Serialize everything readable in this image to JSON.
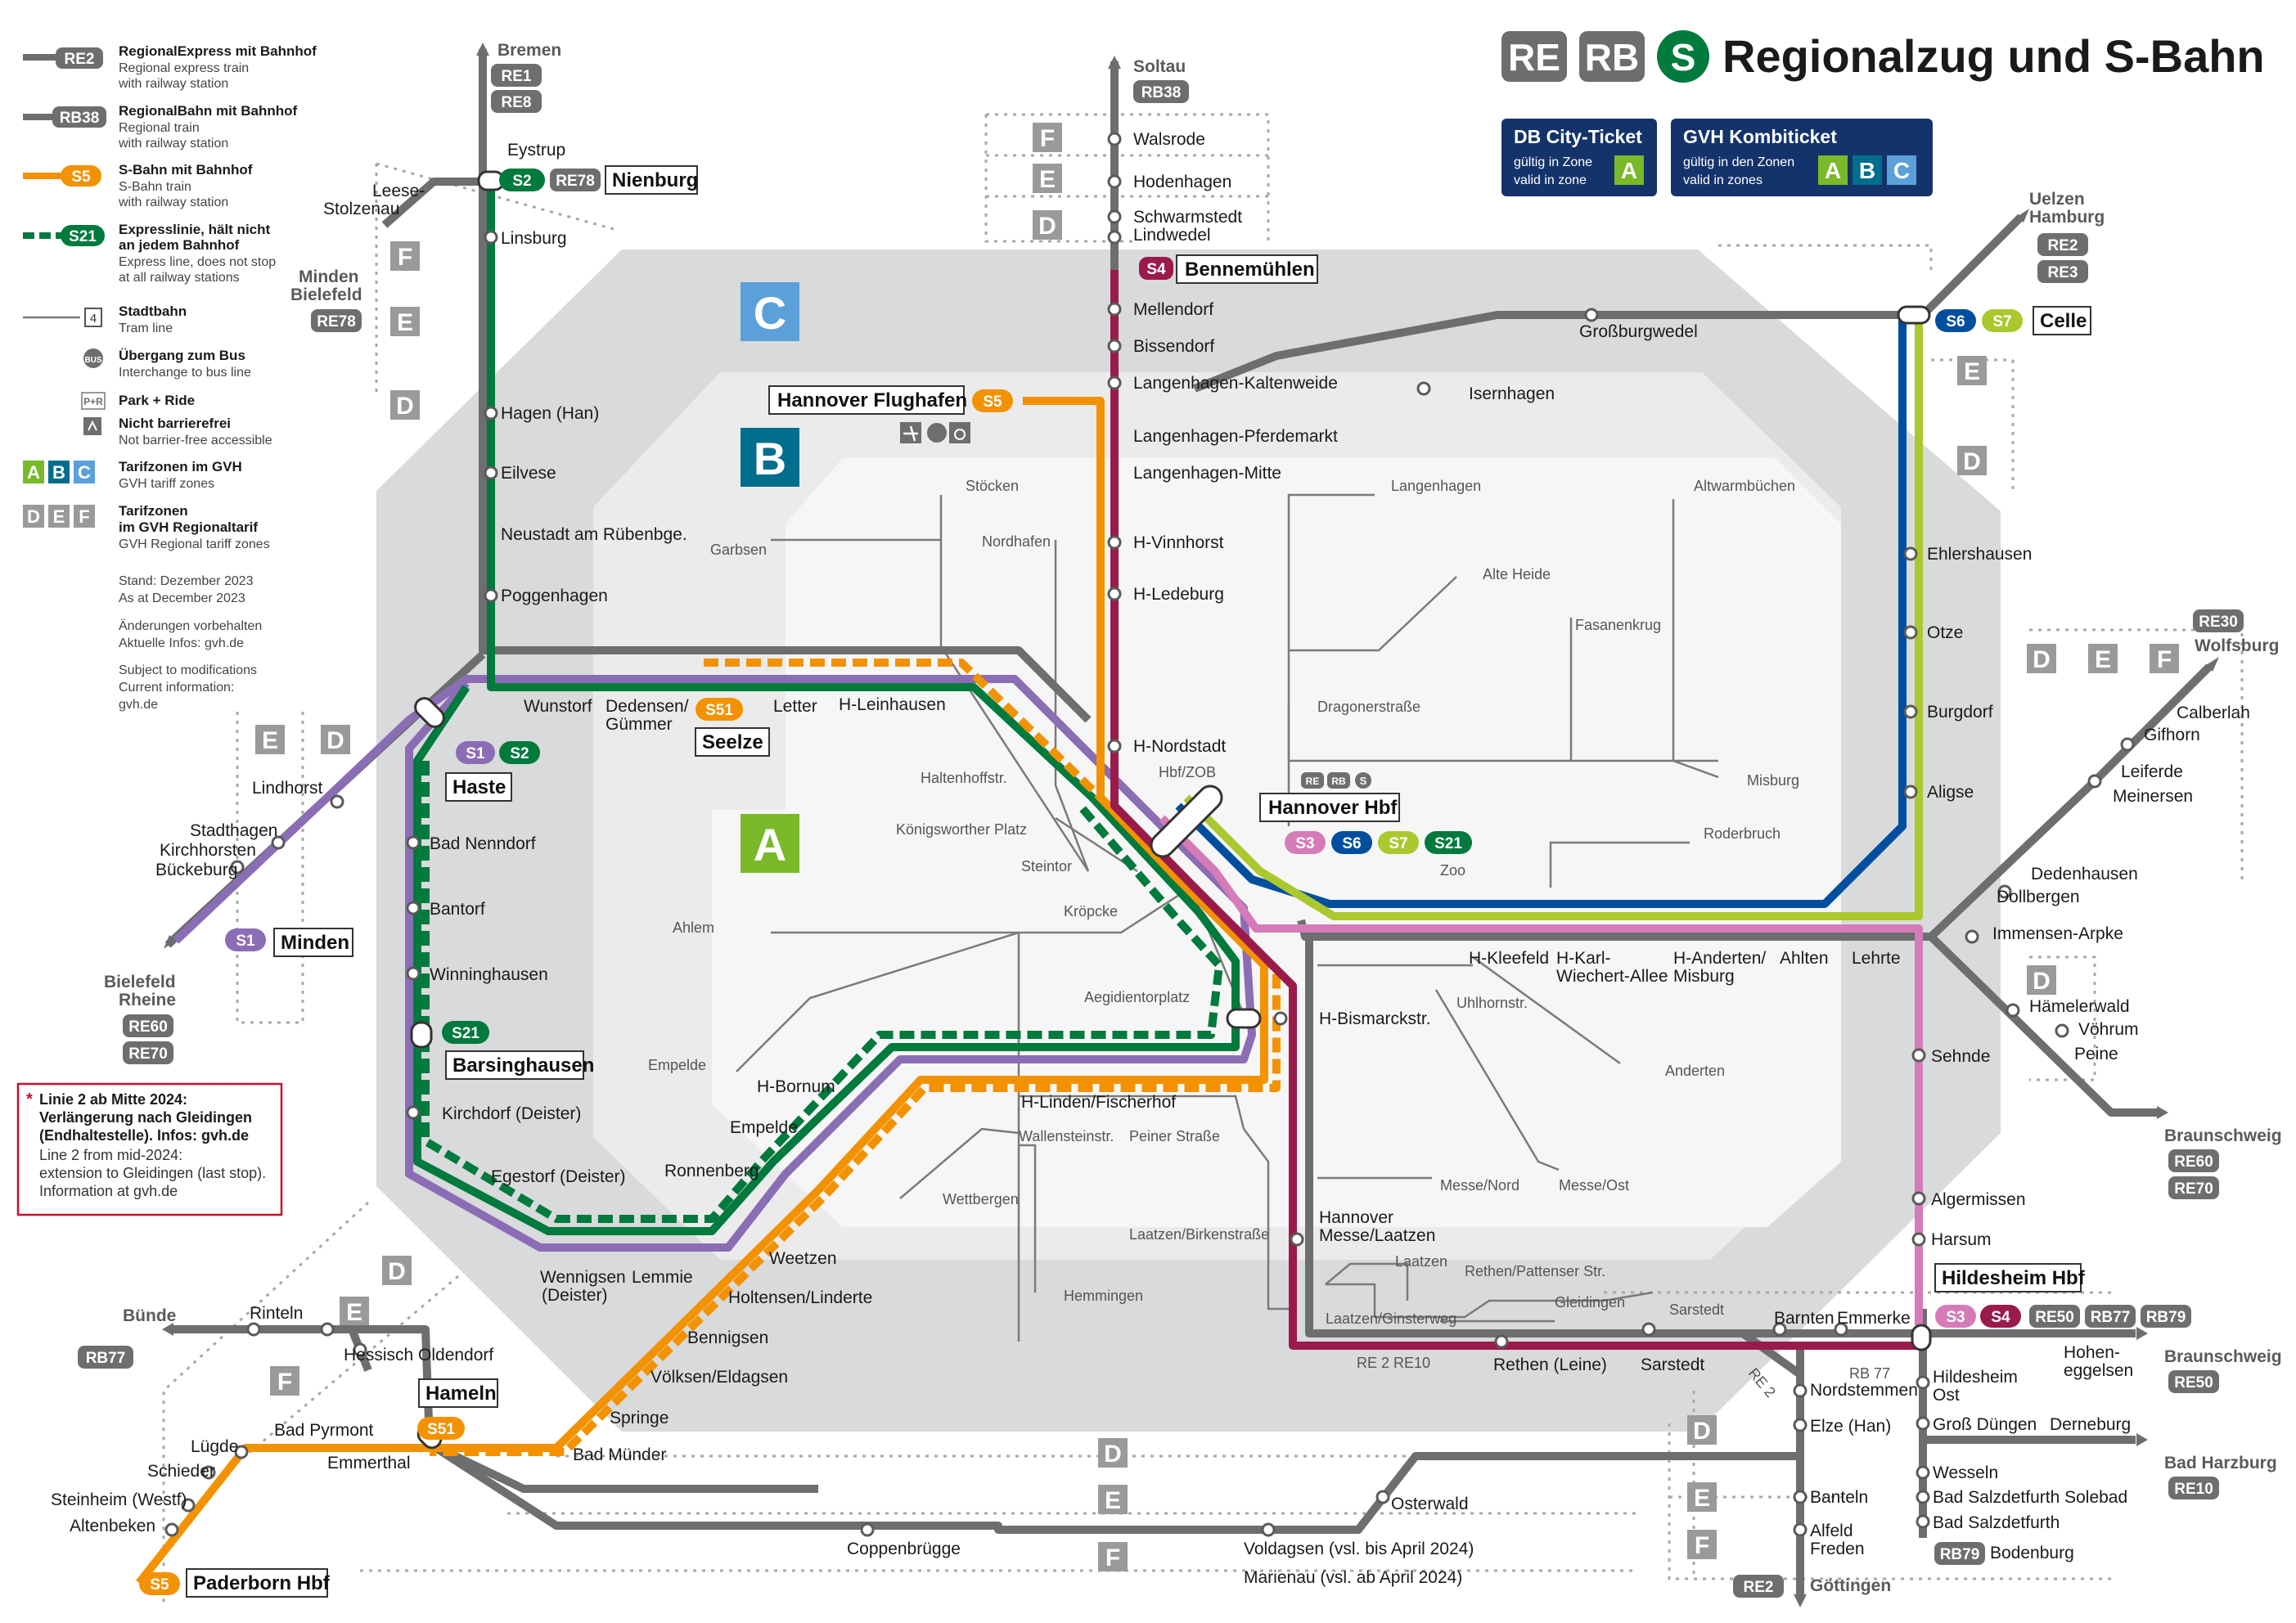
{
  "title": "Regionalzug und S-Bahn",
  "header_badges": [
    "RE",
    "RB",
    "S"
  ],
  "colors": {
    "re_grey": "#6d6e70",
    "s_orange": "#f39200",
    "s_green": "#007a3d",
    "s1_purple": "#8b6db5",
    "s3_pink": "#d57bb8",
    "s4_bordeaux": "#9a1b4b",
    "s6_blue": "#004f9f",
    "s7_lime": "#a9c92e",
    "zone_a": "#7ab929",
    "zone_b": "#006e8c",
    "zone_c": "#5ca0da",
    "ticket_navy": "#14336b",
    "regional_zone_grey": "#9a9a9a"
  },
  "tickets": {
    "city": {
      "title": "DB City-Ticket",
      "line1": "gültig in Zone",
      "line2": "valid in zone",
      "zones": [
        "A"
      ]
    },
    "kombi": {
      "title": "GVH Kombiticket",
      "line1": "gültig in den Zonen",
      "line2": "valid in zones",
      "zones": [
        "A",
        "B",
        "C"
      ]
    }
  },
  "legend": [
    {
      "badge": "RE2",
      "title": "RegionalExpress mit Bahnhof",
      "sub1": "Regional express train",
      "sub2": "with railway station"
    },
    {
      "badge": "RB38",
      "title": "RegionalBahn mit Bahnhof",
      "sub1": "Regional train",
      "sub2": "with railway station"
    },
    {
      "badge": "S5",
      "title": "S-Bahn mit Bahnhof",
      "sub1": "S-Bahn train",
      "sub2": "with railway station"
    },
    {
      "badge": "S21",
      "title": "Expresslinie, hält nicht",
      "title2": "an jedem Bahnhof",
      "sub1": "Express line, does not stop",
      "sub2": "at all railway stations"
    },
    {
      "badge": "4",
      "title": "Stadtbahn",
      "sub1": "Tram line"
    },
    {
      "badge": "BUS",
      "title": "Übergang zum Bus",
      "sub1": "Interchange to bus line"
    },
    {
      "badge": "P+R",
      "title": "Park + Ride"
    },
    {
      "badge": "nbf",
      "title": "Nicht barrierefrei",
      "sub1": "Not barrier-free accessible"
    },
    {
      "badge": "ABC",
      "title": "Tarifzonen im GVH",
      "sub1": "GVH tariff zones"
    },
    {
      "badge": "DEF",
      "title": "Tarifzonen",
      "title2": "im GVH Regionaltarif",
      "sub1": "GVH Regional tariff zones"
    }
  ],
  "legend_notes": [
    "Stand: Dezember 2023",
    "As at December 2023",
    "Änderungen vorbehalten",
    "Aktuelle Infos: gvh.de",
    "Subject to modifications",
    "Current information:",
    "gvh.de"
  ],
  "note_box": {
    "lines_bold": [
      "Linie 2 ab Mitte 2024:",
      "Verlängerung nach Gleidingen",
      "(Endhaltestelle). Infos: gvh.de"
    ],
    "lines": [
      "Line 2 from mid-2024:",
      "extension to Gleidingen (last stop).",
      "Information at gvh.de"
    ]
  },
  "zones": {
    "A": "A",
    "B": "B",
    "C": "C",
    "D": "D",
    "E": "E",
    "F": "F"
  },
  "hubs": {
    "hbf": "Hannover Hbf",
    "airport": "Hannover Flughafen",
    "bennemuehlen": "Bennemühlen",
    "nienburg": "Nienburg",
    "celle": "Celle",
    "haste": "Haste",
    "seelze": "Seelze",
    "minden": "Minden",
    "barsinghausen": "Barsinghausen",
    "hildesheim": "Hildesheim Hbf",
    "hameln": "Hameln",
    "paderborn": "Paderborn Hbf"
  },
  "destinations": {
    "bremen": "Bremen",
    "soltau": "Soltau",
    "uelzen": "Uelzen",
    "hamburg": "Hamburg",
    "minden_bielefeld1": "Minden",
    "minden_bielefeld2": "Bielefeld",
    "bielefeld1": "Bielefeld",
    "bielefeld2": "Rheine",
    "wolfsburg": "Wolfsburg",
    "braunschweig1": "Braunschweig",
    "braunschweig2": "Braunschweig",
    "bad_harzburg": "Bad Harzburg",
    "goettingen": "Göttingen",
    "buende": "Bünde"
  },
  "route_badges": {
    "bremen": [
      "RE1",
      "RE8"
    ],
    "soltau": [
      "RB38"
    ],
    "uelzen": [
      "RE2",
      "RE3"
    ],
    "minden_w": [
      "RE78"
    ],
    "rheine": [
      "RE60",
      "RE70"
    ],
    "wolfsburg": [
      "RE30"
    ],
    "braunschweig1": [
      "RE60",
      "RE70"
    ],
    "braunschweig2": [
      "RE50"
    ],
    "harzburg": [
      "RE10"
    ],
    "goettingen": [
      "RE2"
    ],
    "buende": [
      "RB77"
    ],
    "hildesheim": [
      "RE50",
      "RB77",
      "RB79"
    ],
    "bodenburg": [
      "RB79"
    ]
  },
  "stations": {
    "eystrup": "Eystrup",
    "leese1": "Leese-",
    "leese2": "Stolzenau",
    "linsburg": "Linsburg",
    "hagen": "Hagen (Han)",
    "eilvese": "Eilvese",
    "neustadt": "Neustadt am Rübenbge.",
    "poggenhagen": "Poggenhagen",
    "wunstorf": "Wunstorf",
    "dedensen1": "Dedensen/",
    "dedensen2": "Gümmer",
    "letter": "Letter",
    "leinhausen": "H-Leinhausen",
    "lindhorst": "Lindhorst",
    "stadthagen": "Stadthagen",
    "kirchhorsten": "Kirchhorsten",
    "bueckeburg": "Bückeburg",
    "bad_nenndorf": "Bad Nenndorf",
    "bantorf": "Bantorf",
    "winninghausen": "Winninghausen",
    "kirchdorf": "Kirchdorf (Deister)",
    "egestorf": "Egestorf (Deister)",
    "wennigsen1": "Wennigsen",
    "wennigsen2": "(Deister)",
    "lemmie": "Lemmie",
    "ronnenberg": "Ronnenberg",
    "empelde": "Empelde",
    "bornum": "H-Bornum",
    "weetzen": "Weetzen",
    "holtensen": "Holtensen/Linderte",
    "bennigsen": "Bennigsen",
    "voelksen": "Völksen/Eldagsen",
    "springe": "Springe",
    "bad_muender": "Bad Münder",
    "walsrode": "Walsrode",
    "hodenhagen": "Hodenhagen",
    "schwarmstedt": "Schwarmstedt",
    "lindwedel": "Lindwedel",
    "mellendorf": "Mellendorf",
    "bissendorf": "Bissendorf",
    "kaltenweide": "Langenhagen-Kaltenweide",
    "pferdemarkt": "Langenhagen-Pferdemarkt",
    "lh_mitte": "Langenhagen-Mitte",
    "vinnhorst": "H-Vinnhorst",
    "ledeburg": "H-Ledeburg",
    "nordstadt": "H-Nordstadt",
    "grossburgwedel": "Großburgwedel",
    "isernhagen": "Isernhagen",
    "ehlershausen": "Ehlershausen",
    "otze": "Otze",
    "burgdorf": "Burgdorf",
    "aligse": "Aligse",
    "kleefeld": "H-Kleefeld",
    "karl1": "H-Karl-",
    "karl2": "Wiechert-Allee",
    "anderten1": "H-Anderten/",
    "anderten2": "Misburg",
    "ahlten": "Ahlten",
    "lehrte": "Lehrte",
    "immensen": "Immensen-Arpke",
    "dollbergen": "Dollbergen",
    "dedenhausen": "Dedenhausen",
    "meinersen": "Meinersen",
    "leiferde": "Leiferde",
    "gifhorn": "Gifhorn",
    "calberlah": "Calberlah",
    "haemelerwald": "Hämelerwald",
    "voehrum": "Vöhrum",
    "peine": "Peine",
    "sehnde": "Sehnde",
    "algermissen": "Algermissen",
    "harsum": "Harsum",
    "bismarck": "H-Bismarckstr.",
    "messe1": "Hannover",
    "messe2": "Messe/Laatzen",
    "linden": "H-Linden/Fischerhof",
    "rethen": "Rethen (Leine)",
    "sarstedt": "Sarstedt",
    "barnten": "Barnten",
    "emmerke": "Emmerke",
    "nordstemmen": "Nordstemmen",
    "elze": "Elze (Han)",
    "banteln": "Banteln",
    "alfeld": "Alfeld",
    "freden": "Freden",
    "hildesheim_ost1": "Hildesheim",
    "hildesheim_ost2": "Ost",
    "gross_duengen": "Groß Düngen",
    "derneburg": "Derneburg",
    "hoheneggelsen1": "Hohen-",
    "hoheneggelsen2": "eggelsen",
    "wesseln": "Wesseln",
    "solebad": "Bad Salzdetfurth Solebad",
    "salzdetfurth": "Bad Salzdetfurth",
    "bodenburg": "Bodenburg",
    "osterwald": "Osterwald",
    "coppenbruegge": "Coppenbrügge",
    "voldagsen": "Voldagsen (vsl. bis April 2024)",
    "marienau": "Marienau (vsl. ab April 2024)",
    "rinteln": "Rinteln",
    "hessisch": "Hessisch Oldendorf",
    "bad_pyrmont": "Bad Pyrmont",
    "emmerthal": "Emmerthal",
    "luegde": "Lügde",
    "schieder": "Schieder",
    "steinheim": "Steinheim (Westf)",
    "altenbeken": "Altenbeken",
    "re2re10": "RE 2   RE10",
    "rb77_small": "RB 77",
    "re2_small": "RE 2"
  },
  "tram": {
    "stoecken": "Stöcken",
    "garbsen": "Garbsen",
    "nordhafen": "Nordhafen",
    "langenhagen": "Langenhagen",
    "altwarmbuechen": "Altwarmbüchen",
    "alte_heide": "Alte Heide",
    "fasanenkrug": "Fasanenkrug",
    "dragonerstr": "Dragonerstraße",
    "misburg": "Misburg",
    "roderbruch": "Roderbruch",
    "zoo": "Zoo",
    "hbf_zob": "Hbf/ZOB",
    "haltenhoff": "Haltenhoffstr.",
    "koenigsworther": "Königsworther Platz",
    "steintor": "Steintor",
    "kroepcke": "Kröpcke",
    "aegidientor": "Aegidientorplatz",
    "ahlem": "Ahlem",
    "empelde_t": "Empelde",
    "wallensteinstr": "Wallensteinstr.",
    "peiner": "Peiner Straße",
    "wettbergen": "Wettbergen",
    "hemmingen": "Hemmingen",
    "laatzen_birken": "Laatzen/Birkenstraße",
    "laatzen": "Laatzen",
    "laatzen_ginster": "Laatzen/Ginsterweg",
    "rethen_pat": "Rethen/Pattenser Str.",
    "gleidingen": "Gleidingen",
    "sarstedt_t": "Sarstedt",
    "messe_nord": "Messe/Nord",
    "messe_ost": "Messe/Ost",
    "anderten_t": "Anderten",
    "uhlhorst": "Uhlhornstr."
  }
}
